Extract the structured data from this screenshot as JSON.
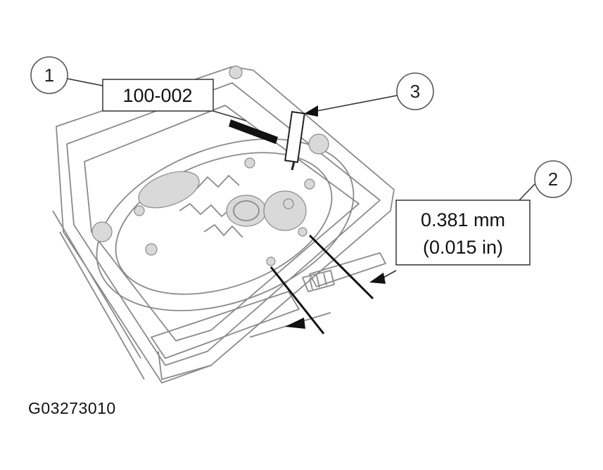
{
  "figure_id": "G03273010",
  "callouts": [
    {
      "number": "1",
      "label": "100-002"
    },
    {
      "number": "2",
      "label_line1": "0.381 mm",
      "label_line2": "(0.015 in)"
    },
    {
      "number": "3"
    }
  ],
  "colors": {
    "line": "#8a8a8a",
    "ink": "#111111",
    "background": "#ffffff"
  }
}
